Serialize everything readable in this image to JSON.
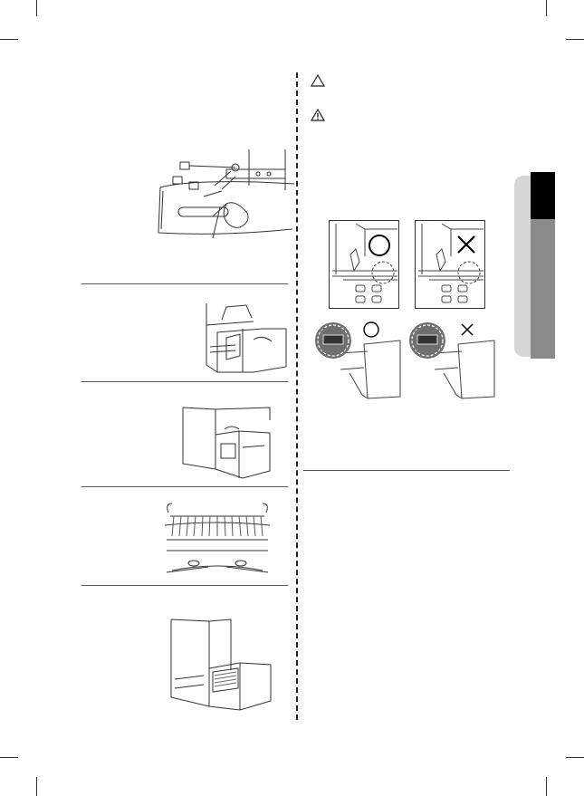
{
  "page": {
    "warning_symbols": [
      "caution-triangle",
      "warning-triangle-exclamation"
    ]
  },
  "figures": {
    "correct_mark": "O",
    "incorrect_mark": "X"
  },
  "side_tab": {
    "colors": {
      "active": "#000000",
      "inactive": "#8a8a8a",
      "background": "#d6d6d6"
    }
  }
}
